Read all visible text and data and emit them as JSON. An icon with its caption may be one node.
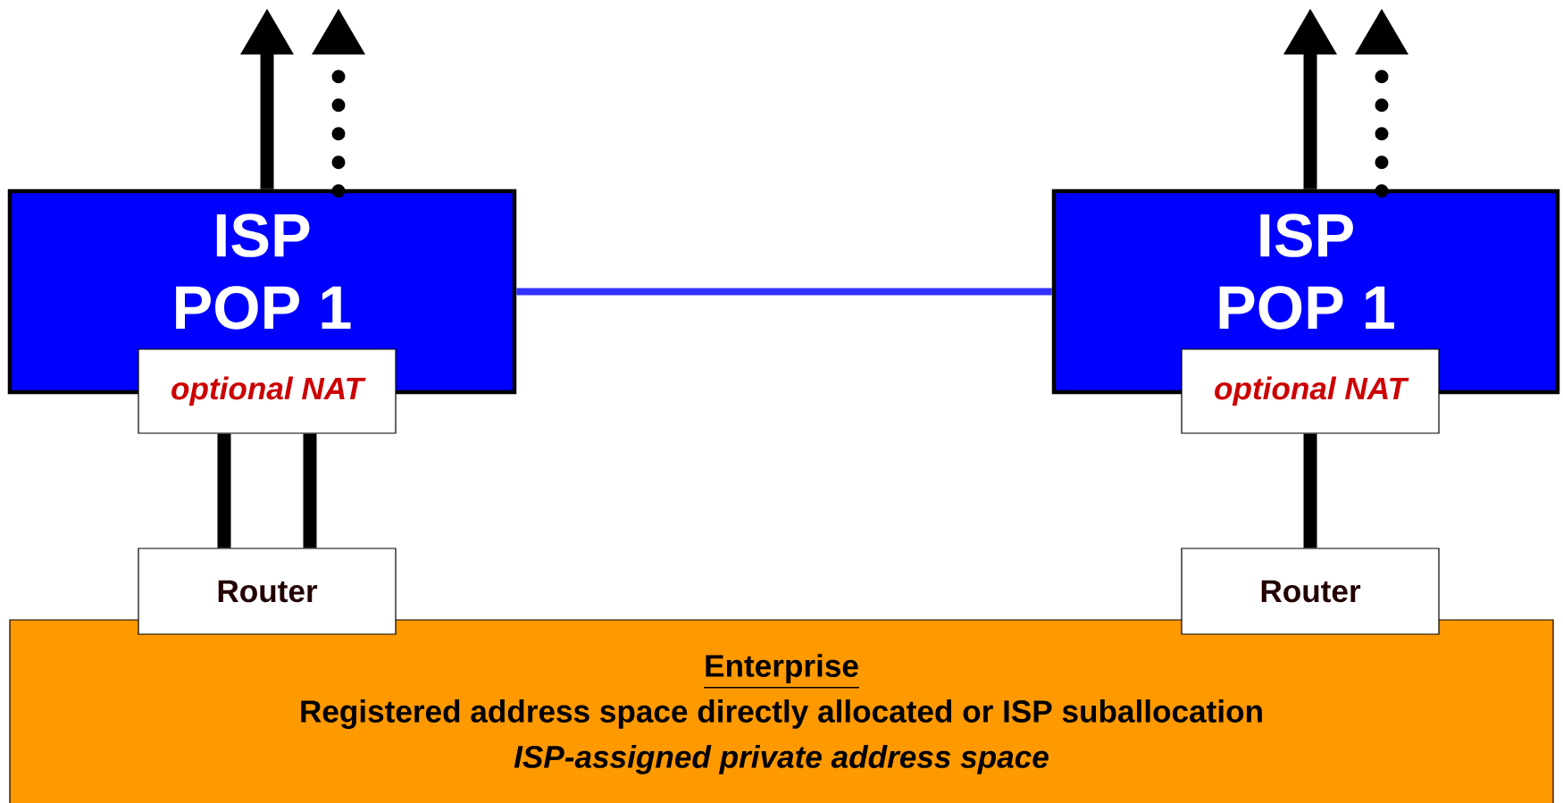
{
  "diagram": {
    "nodes": [
      {
        "text": [
          "ISP POP 1"
        ]
      },
      {
        "text": [
          "optional NAT"
        ]
      },
      {
        "text": [
          "ISP POP 1"
        ]
      },
      {
        "text": [
          "optional NAT"
        ]
      },
      {
        "text": [
          "Router"
        ]
      },
      {
        "text": [
          "Router"
        ]
      },
      {
        "text": [
          "Enterprise",
          "Registered address space directly allocated or ISP suballocation",
          "ISP-assigned private address space"
        ]
      }
    ],
    "edges": [
      {
        "from": 0,
        "to": null,
        "arrow": "to"
      },
      {
        "from": 0,
        "to": null,
        "arrow": "to",
        "style": "dashed"
      },
      {
        "from": 2,
        "to": null,
        "arrow": "to"
      },
      {
        "from": 2,
        "to": null,
        "arrow": "to",
        "style": "dashed"
      },
      {
        "from": 0,
        "to": 2,
        "arrow": "none",
        "color": "#3333ff"
      },
      {
        "from": 1,
        "to": 4,
        "arrow": "none"
      },
      {
        "from": 1,
        "to": 4,
        "arrow": "none"
      },
      {
        "from": 3,
        "to": 5,
        "arrow": "none"
      }
    ]
  }
}
